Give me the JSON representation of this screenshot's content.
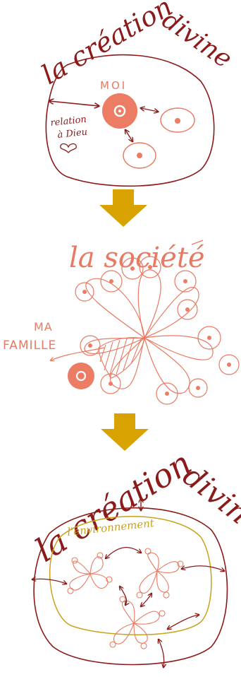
{
  "colors": {
    "dark_red": "#8b1a1a",
    "salmon": "#e87a63",
    "salmon_fill": "#ec7c63",
    "gold": "#d8a300",
    "gold_line": "#c9a21a"
  },
  "panel1": {
    "title_part1": "la création",
    "title_part2": "divine",
    "moi_label": "MOI",
    "relation_line1": "relation",
    "relation_line2": "à Dieu",
    "heart_icon": "heart-icon"
  },
  "panel2": {
    "title": "la société",
    "family_line1": "MA",
    "family_line2": "FAMILLE"
  },
  "panel3": {
    "title_part1": "la création",
    "title_part2": "divine",
    "environment_label": "l'environnement"
  }
}
